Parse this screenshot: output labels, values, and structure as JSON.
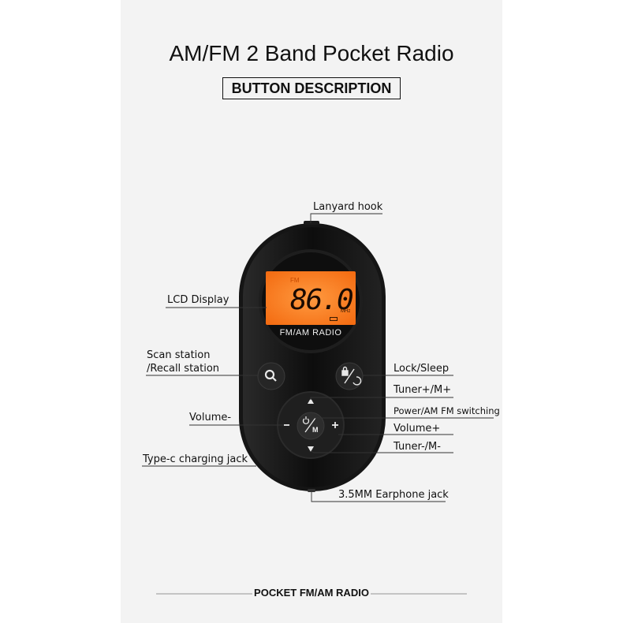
{
  "title": "AM/FM 2 Band Pocket Radio",
  "subtitle": "BUTTON DESCRIPTION",
  "device": {
    "band_indicator": "FM",
    "frequency": "86.0",
    "unit": "MHz",
    "battery_icon": "battery-icon",
    "brand_label": "FM/AM RADIO",
    "center_symbol": "M"
  },
  "labels": {
    "lanyard": "Lanyard hook",
    "lcd": "LCD Display",
    "scan_line1": "Scan station",
    "scan_line2": "/Recall station",
    "lock": "Lock/Sleep",
    "tuner_up": "Tuner+/M+",
    "power": "Power/AM FM switching",
    "volume_down": "Volume-",
    "volume_up": "Volume+",
    "tuner_down": "Tuner-/M-",
    "typec": "Type-c charging jack",
    "earphone": "3.5MM Earphone jack"
  },
  "footer": "POCKET FM/AM RADIO",
  "colors": {
    "body": "#111111",
    "lcd": "#ff7a1a",
    "panel": "#f3f3f3"
  }
}
